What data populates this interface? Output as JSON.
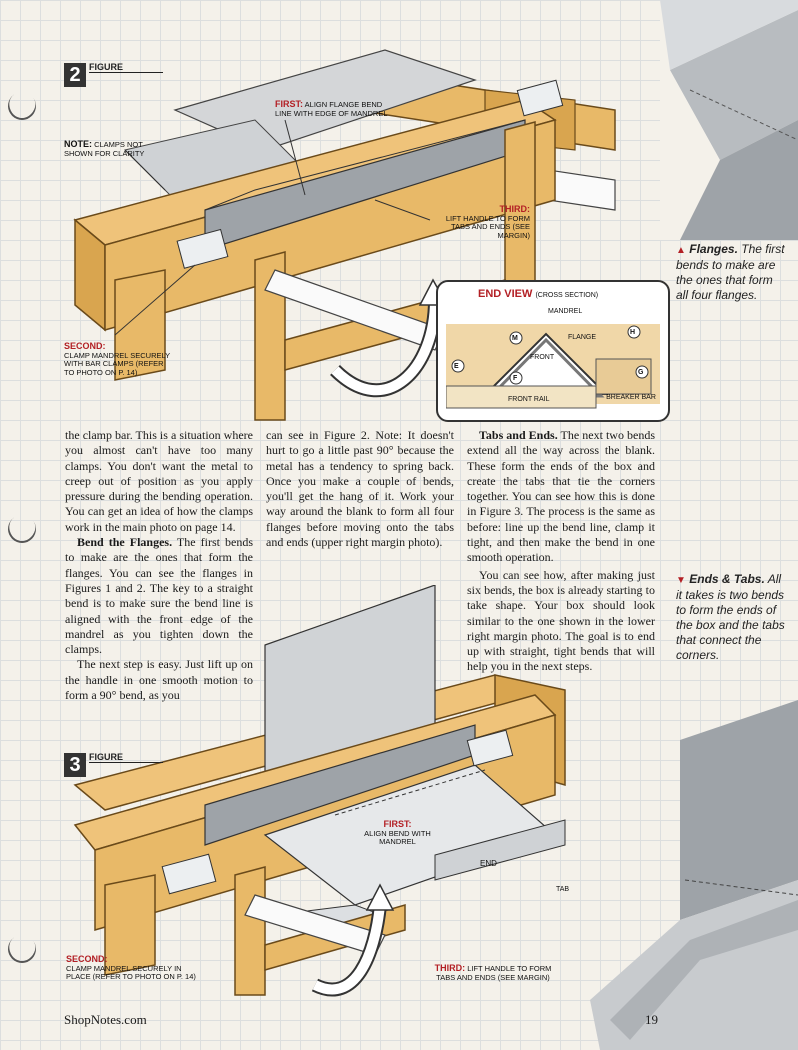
{
  "figure2": {
    "number": "2",
    "label": "FIGURE",
    "note_head": "NOTE:",
    "note_body": "CLAMPS NOT SHOWN FOR CLARITY",
    "first_head": "FIRST:",
    "first_body": "ALIGN FLANGE BEND LINE WITH EDGE OF MANDREL",
    "second_head": "SECOND:",
    "second_body": "CLAMP MANDREL SECURELY WITH BAR CLAMPS (REFER TO PHOTO ON p. 14)",
    "third_head": "THIRD:",
    "third_body": "LIFT HANDLE TO FORM TABS AND ENDS (SEE MARGIN)"
  },
  "end_view": {
    "title": "END VIEW",
    "subtitle": "(CROSS SECTION)",
    "mandrel": "MANDREL",
    "flange": "FLANGE",
    "front": "FRONT",
    "front_rail": "FRONT RAIL",
    "breaker_bar": "BREAKER BAR",
    "markers": [
      "M",
      "H",
      "E",
      "F",
      "G"
    ]
  },
  "figure3": {
    "number": "3",
    "label": "FIGURE",
    "first_head": "FIRST:",
    "first_body": "ALIGN BEND WITH MANDREL",
    "second_head": "SECOND:",
    "second_body": "CLAMP MANDREL SECURELY IN PLACE (REFER TO PHOTO ON p. 14)",
    "third_head": "THIRD:",
    "third_body": "LIFT HANDLE TO FORM TABS AND ENDS (SEE MARGIN)",
    "end": "END",
    "tab": "TAB"
  },
  "col1": {
    "p1": "the clamp bar. This is a situation where you almost can't have too many clamps. You don't want the metal to creep out of position as you apply pressure during the bending operation. You can get an idea of how the clamps work in the main photo on page 14.",
    "p2_head": "Bend the Flanges.",
    "p2_body": " The first bends to make are the ones that form the flanges. You can see the flanges in Figures 1 and 2. The key to a straight bend is to make sure the bend line is aligned with the front edge of the mandrel as you tighten down the clamps.",
    "p3": "The next step is easy. Just lift up on the handle in one smooth motion to form a 90° bend, as you"
  },
  "col2": {
    "p1": "can see in Figure 2. Note: It doesn't hurt to go a little past 90° because the metal has a tendency to spring back. Once you make a couple of bends, you'll get the hang of it. Work your way around the blank to form all four flanges before moving onto the tabs and ends (upper right margin photo)."
  },
  "col3": {
    "p1_head": "Tabs and Ends.",
    "p1_body": " The next two bends extend all the way across the blank. These form the ends of the box and create the tabs that tie the corners together. You can see how this is done in Figure 3. The process is the same as before: line up the bend line, clamp it tight, and then make the bend in one smooth operation.",
    "p2": "You can see how, after making just six bends, the box is already starting to take shape. Your box should look similar to the one shown in the lower right margin photo. The goal is to end up with straight, tight bends that will help you in the next steps."
  },
  "margin": {
    "flanges_head": "Flanges.",
    "flanges_body": "The first bends to make are the ones that form all four flanges.",
    "ends_head": "Ends & Tabs.",
    "ends_body": "All it takes is two bends to form the ends of the box and the tabs that connect the corners."
  },
  "footer": {
    "site": "ShopNotes.com",
    "page": "19"
  },
  "colors": {
    "accent_red": "#b32025",
    "wood": "#e8b968",
    "metal": "#b8bcc0"
  }
}
